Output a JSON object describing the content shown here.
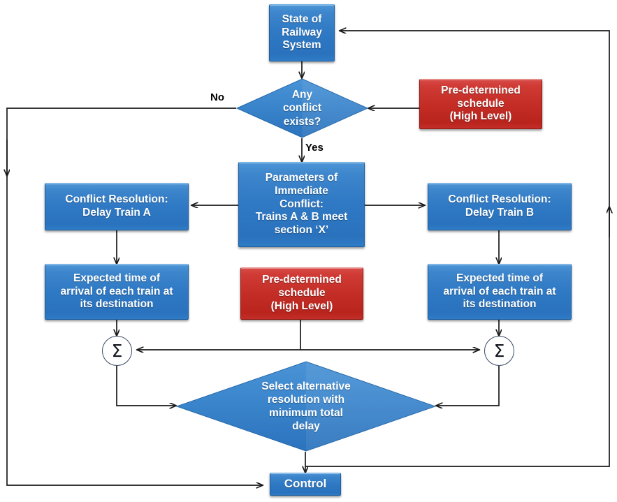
{
  "diagram": {
    "title": "Railway conflict resolution flowchart",
    "colors": {
      "process_blue": "#2e78c4",
      "data_red": "#c32d26",
      "connector": "#1a1a1a",
      "text_on_shape": "#ffffff"
    },
    "nodes": {
      "state_of_railway_system": "State of\nRailway\nSystem",
      "any_conflict_exists": "Any\nconflict\nexists?",
      "predetermined_schedule_top": "Pre-determined\nschedule\n(High Level)",
      "parameters_of_immediate_conflict": "Parameters of\nImmediate\nConflict:\nTrains A & B meet\nsection ‘X’",
      "conflict_resolution_delay_train_a": "Conflict Resolution:\nDelay Train  A",
      "conflict_resolution_delay_train_b": "Conflict Resolution:\nDelay Train  B",
      "expected_time_left": "Expected time of\narrival of each train at\nits destination",
      "expected_time_right": "Expected time of\narrival of each train at\nits destination",
      "predetermined_schedule_middle": "Pre-determined\nschedule\n(High Level)",
      "summation_left": "Σ",
      "summation_right": "Σ",
      "select_alternative_resolution": "Select alternative\nresolution with\nminimum total\ndelay",
      "control": "Control"
    },
    "edge_labels": {
      "no": "No",
      "yes": "Yes"
    }
  }
}
